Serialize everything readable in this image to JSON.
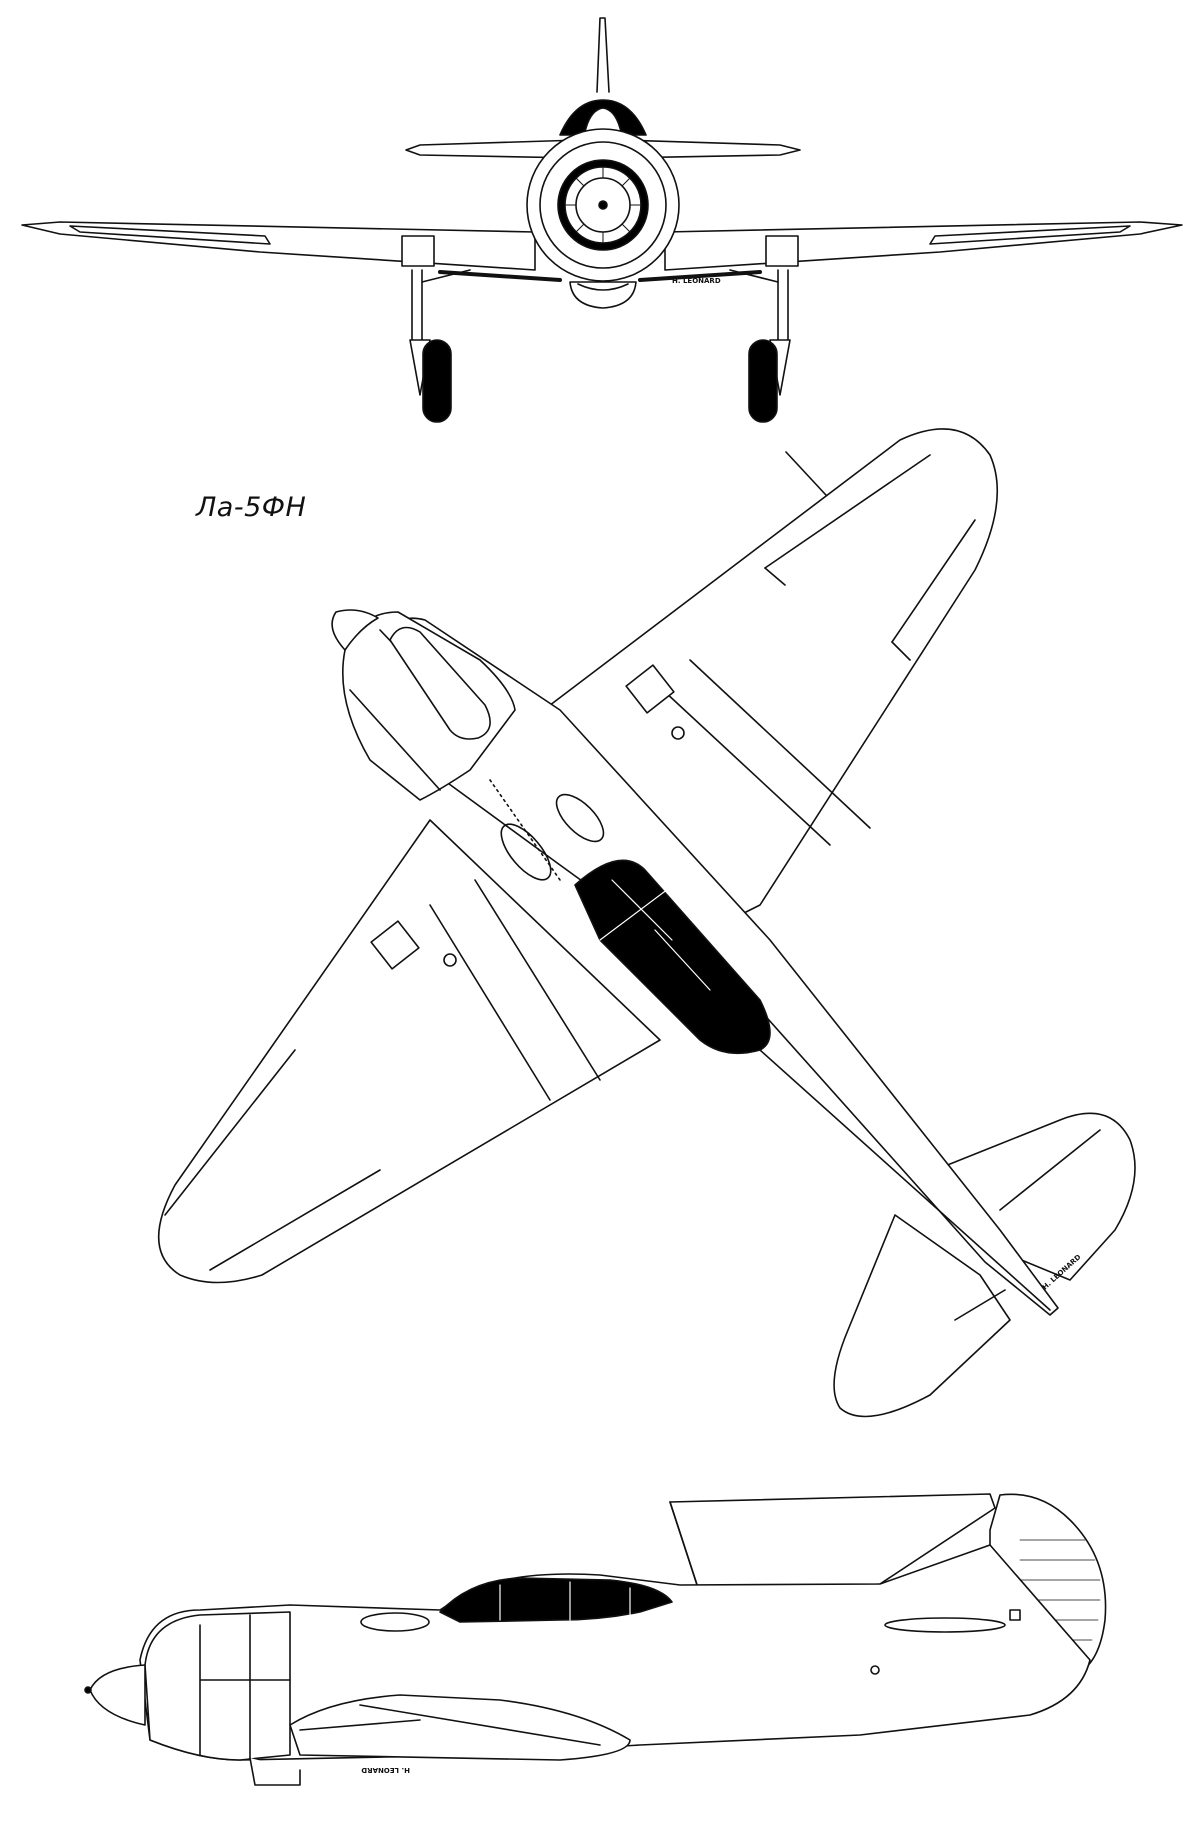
{
  "drawing": {
    "title": "Ла-5ФН",
    "signature": "H. LEONARD",
    "views": [
      "front-view",
      "top-view",
      "side-view"
    ],
    "colors": {
      "ink": "#111111",
      "paper": "#ffffff",
      "canopy": "#000000"
    }
  }
}
